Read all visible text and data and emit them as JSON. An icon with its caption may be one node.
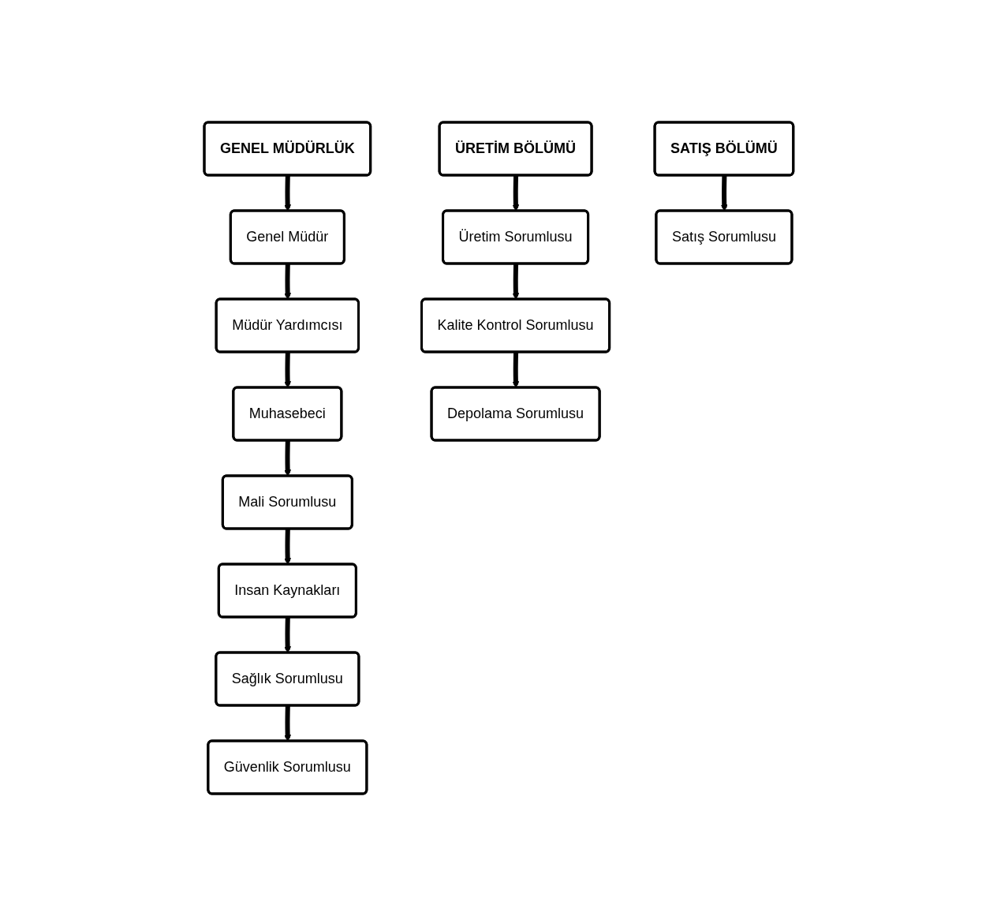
{
  "diagram": {
    "nodes": [
      {
        "text": [
          "GENEL MÜDÜRLÜK"
        ]
      },
      {
        "text": [
          "Genel Müdür"
        ]
      },
      {
        "text": [
          "Müdür Yardımcısı"
        ]
      },
      {
        "text": [
          "Muhasebeci"
        ]
      },
      {
        "text": [
          "Mali Sorumlusu"
        ]
      },
      {
        "text": [
          "Insan Kaynakları"
        ]
      },
      {
        "text": [
          "Sağlık Sorumlusu"
        ]
      },
      {
        "text": [
          "Güvenlik Sorumlusu"
        ]
      },
      {
        "text": [
          "ÜRETİM BÖLÜMÜ"
        ]
      },
      {
        "text": [
          "Üretim Sorumlusu"
        ]
      },
      {
        "text": [
          "Kalite Kontrol Sorumlusu"
        ]
      },
      {
        "text": [
          "Depolama Sorumlusu"
        ]
      },
      {
        "text": [
          "SATIŞ BÖLÜMÜ"
        ]
      },
      {
        "text": [
          "Satış Sorumlusu"
        ]
      }
    ],
    "edges": [
      {
        "from": 0,
        "to": 1,
        "arrow": "to"
      },
      {
        "from": 1,
        "to": 2,
        "arrow": "to"
      },
      {
        "from": 2,
        "to": 3,
        "arrow": "to"
      },
      {
        "from": 3,
        "to": 4,
        "arrow": "to"
      },
      {
        "from": 4,
        "to": 5,
        "arrow": "to"
      },
      {
        "from": 5,
        "to": 6,
        "arrow": "to"
      },
      {
        "from": 6,
        "to": 7,
        "arrow": "to"
      },
      {
        "from": 8,
        "to": 9,
        "arrow": "to"
      },
      {
        "from": 9,
        "to": 10,
        "arrow": "to"
      },
      {
        "from": 10,
        "to": 11,
        "arrow": "to"
      },
      {
        "from": 12,
        "to": 13,
        "arrow": "to"
      }
    ]
  }
}
